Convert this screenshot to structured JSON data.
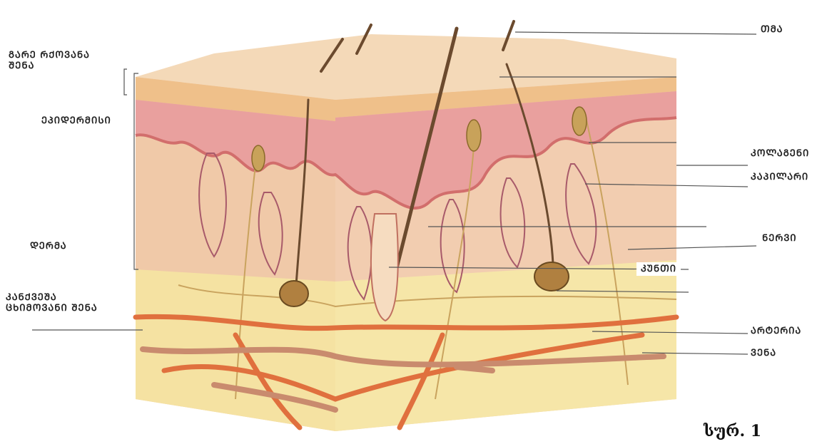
{
  "labels": {
    "hair": "ᲗᲛᲐ",
    "outer_layer_1": "ᲒᲐᲠᲔ ᲠᲥᲝᲕᲐᲜᲐ",
    "outer_layer_2": "ᲨᲔᲜᲐ",
    "epidermis": "ᲔᲞᲘᲓᲔᲠᲛᲘᲡᲘ",
    "dermis": "ᲓᲔᲠᲛᲐ",
    "subcutaneous_1": "ᲙᲐᲜᲥᲕᲔᲨᲐ",
    "subcutaneous_2": "ᲪᲮᲘᲛᲝᲕᲐᲜᲘ ᲨᲔᲜᲐ",
    "collagen": "ᲙᲝᲚᲐᲒᲔᲜᲘ",
    "capillary": "ᲙᲐᲞᲘᲚᲐᲠᲘ",
    "nerve": "ᲜᲔᲠᲕᲘ",
    "muscle": "ᲙᲣᲜᲗᲘ",
    "artery": "ᲐᲠᲢᲔᲠᲘᲐ",
    "vein": "ᲕᲔᲜᲐ",
    "figure": "სურ. 1"
  },
  "colors": {
    "dermis": "#f3cfae",
    "epidermis": "#e8a3a0",
    "epidermis_dark": "#d97b7a",
    "horny_layer": "#f0c68e",
    "fat_layer": "#f5e3a0",
    "artery": "#e0703e",
    "vein": "#c98b6e",
    "hair": "#6b4a2e",
    "gland": "#c8a25a"
  }
}
